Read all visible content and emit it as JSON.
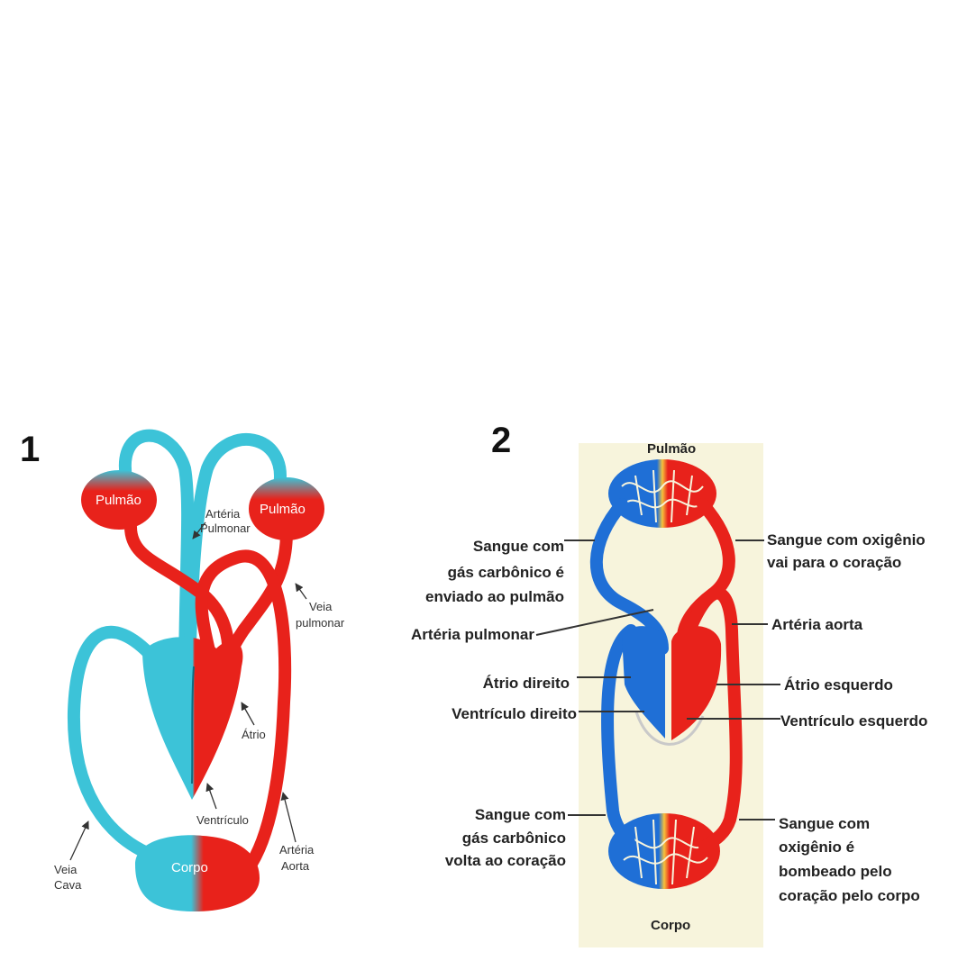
{
  "diagram1": {
    "number": "1",
    "organ_lung_left": "Pulmão",
    "organ_lung_right": "Pulmão",
    "organ_body": "Corpo",
    "label_arteria_pulmonar_1": "Artéria",
    "label_arteria_pulmonar_2": "Pulmonar",
    "label_veia_pulmonar_1": "Veia",
    "label_veia_pulmonar_2": "pulmonar",
    "label_atrio": "Átrio",
    "label_ventriculo": "Ventrículo",
    "label_veia_cava_1": "Veia",
    "label_veia_cava_2": "Cava",
    "label_arteria_aorta_1": "Artéria",
    "label_arteria_aorta_2": "Aorta"
  },
  "diagram2": {
    "number": "2",
    "label_pulmao": "Pulmão",
    "label_corpo": "Corpo",
    "label_sangue_gas_enviado_1": "Sangue com",
    "label_sangue_gas_enviado_2": "gás carbônico é",
    "label_sangue_gas_enviado_3": "enviado ao pulmão",
    "label_sangue_oxi_vai_1": "Sangue com oxigênio",
    "label_sangue_oxi_vai_2": "vai para o coração",
    "label_arteria_pulmonar": "Artéria pulmonar",
    "label_arteria_aorta": "Artéria aorta",
    "label_atrio_direito": "Átrio direito",
    "label_atrio_esquerdo": "Átrio esquerdo",
    "label_ventriculo_direito": "Ventrículo direito",
    "label_ventriculo_esquerdo": "Ventrículo esquerdo",
    "label_sangue_gas_volta_1": "Sangue com",
    "label_sangue_gas_volta_2": "gás carbônico",
    "label_sangue_gas_volta_3": "volta ao coração",
    "label_sangue_oxi_bomb_1": "Sangue com",
    "label_sangue_oxi_bomb_2": "oxigênio é",
    "label_sangue_oxi_bomb_3": "bombeado pelo",
    "label_sangue_oxi_bomb_4": "coração pelo corpo"
  },
  "colors": {
    "venous": "#3cc3d8",
    "arterial": "#e8221b",
    "venous_dark": "#1f6fd6",
    "background_panel": "#f7f4dc"
  }
}
